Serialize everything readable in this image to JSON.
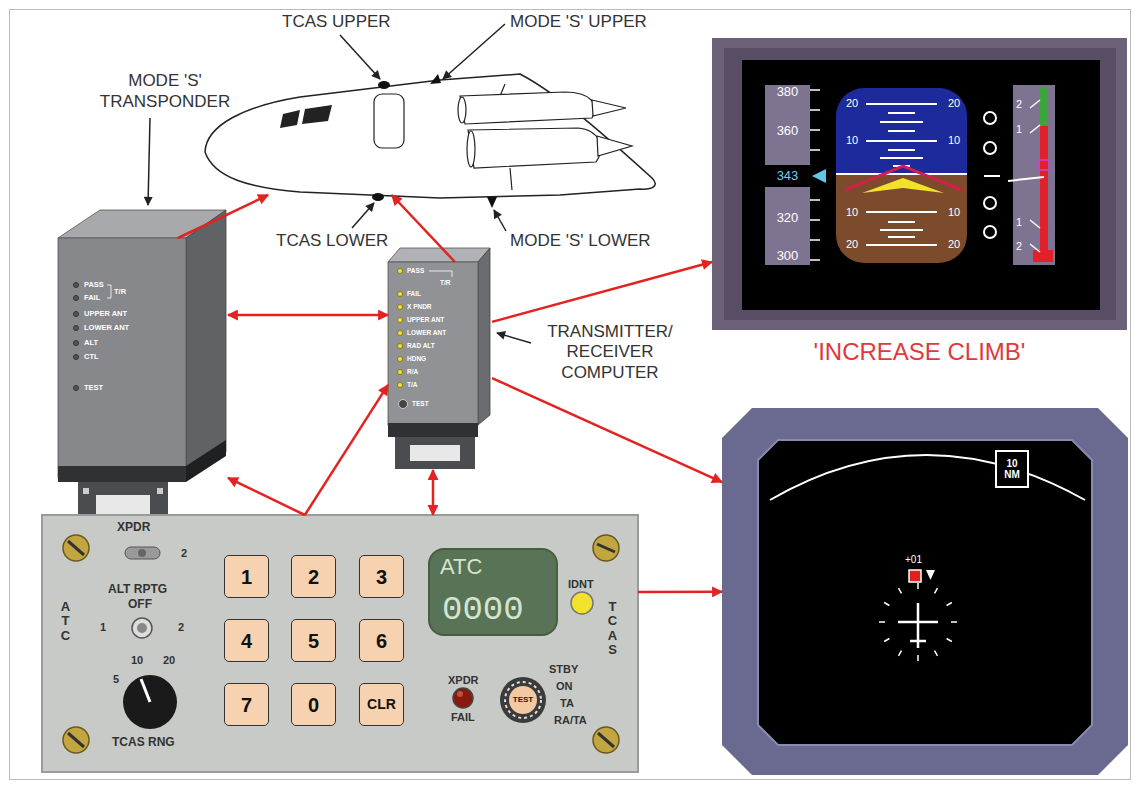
{
  "diagram": {
    "nodes": [
      {
        "text": [
          "TCAS UPPER",
          "MODE 'S' UPPER",
          "TCAS LOWER",
          "MODE 'S' LOWER"
        ]
      },
      {
        "text": [
          "MODE 'S' TRANSPONDER",
          "PASS",
          "T/R",
          "FAIL",
          "UPPER ANT",
          "LOWER ANT",
          "ALT",
          "CTL",
          "TEST"
        ]
      },
      {
        "text": [
          "TRANSMITTER/ RECEIVER COMPUTER",
          "PASS",
          "T/R",
          "FAIL",
          "X PNDR",
          "UPPER ANT",
          "LOWER ANT",
          "RAD ALT",
          "HDNG",
          "R/A",
          "T/A",
          "TEST"
        ]
      },
      {
        "text": [
          "380",
          "360",
          "343",
          "320",
          "300",
          "20",
          "20",
          "10",
          "10",
          "10",
          "10",
          "20",
          "20",
          "2",
          "1",
          "1",
          "2"
        ]
      },
      {
        "text": [
          "+01"
        ]
      },
      {
        "text": [
          "10 NM"
        ],
        "in": 4
      },
      {
        "text": [
          "ATC",
          "XPDR",
          "2",
          "ALT RPTG",
          "OFF",
          "1",
          "2",
          "5",
          "10",
          "20",
          "TCAS RNG",
          "IDNT",
          "XPDR",
          "FAIL",
          "STBY",
          "ON",
          "TA",
          "RA/TA",
          "TCAS"
        ]
      },
      {
        "text": [
          "1"
        ],
        "in": 6
      },
      {
        "text": [
          "2"
        ],
        "in": 6
      },
      {
        "text": [
          "3"
        ],
        "in": 6
      },
      {
        "text": [
          "4"
        ],
        "in": 6
      },
      {
        "text": [
          "5"
        ],
        "in": 6
      },
      {
        "text": [
          "6"
        ],
        "in": 6
      },
      {
        "text": [
          "7"
        ],
        "in": 6
      },
      {
        "text": [
          "0"
        ],
        "in": 6
      },
      {
        "text": [
          "CLR"
        ],
        "in": 6
      },
      {
        "text": [
          "ATC",
          "0000"
        ],
        "in": 6
      },
      {
        "text": [
          "TEST"
        ],
        "in": 6
      }
    ],
    "edges": [
      {
        "from": 1,
        "to": 0,
        "arrow": "to"
      },
      {
        "from": 2,
        "to": 0,
        "arrow": "to"
      },
      {
        "from": 1,
        "to": 2,
        "arrow": "both"
      },
      {
        "from": 2,
        "to": 3,
        "arrow": "to"
      },
      {
        "from": 2,
        "to": 4,
        "arrow": "to"
      },
      {
        "from": 6,
        "to": 1,
        "arrow": "to"
      },
      {
        "from": 6,
        "to": 2,
        "arrow": "to"
      },
      {
        "from": 6,
        "to": 2,
        "arrow": "both"
      },
      {
        "from": 6,
        "to": 4,
        "arrow": "to"
      }
    ],
    "labels": [
      "'INCREASE CLIMB'"
    ]
  }
}
